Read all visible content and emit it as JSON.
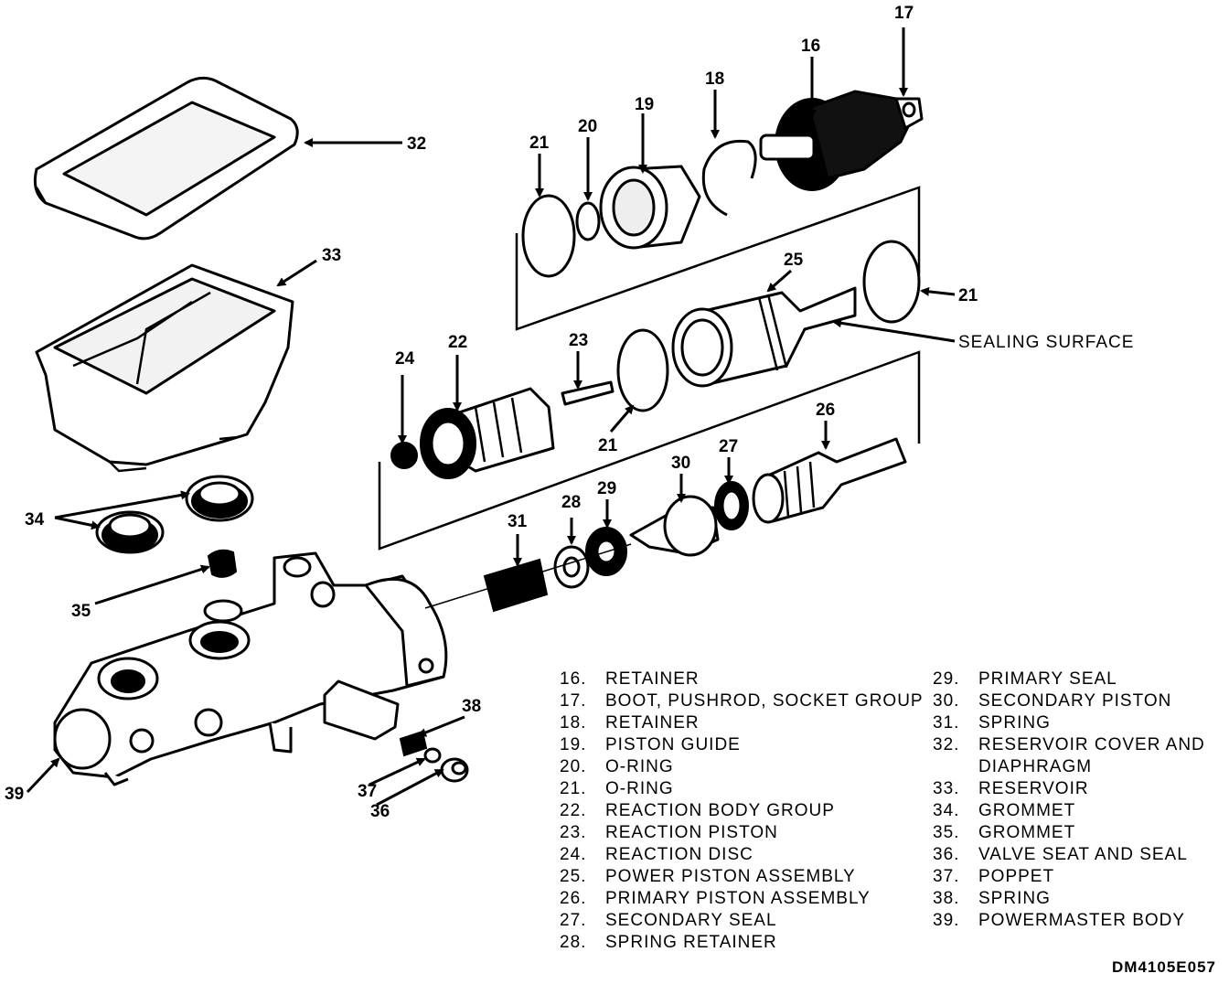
{
  "callouts": {
    "c16": "16",
    "c17": "17",
    "c18": "18",
    "c19": "19",
    "c20": "20",
    "c21a": "21",
    "c21b": "21",
    "c21c": "21",
    "c22": "22",
    "c23": "23",
    "c24": "24",
    "c25": "25",
    "c26": "26",
    "c27": "27",
    "c28": "28",
    "c29": "29",
    "c30": "30",
    "c31": "31",
    "c32": "32",
    "c33": "33",
    "c34": "34",
    "c35": "35",
    "c36": "36",
    "c37": "37",
    "c38": "38",
    "c39": "39",
    "sealing": "SEALING SURFACE"
  },
  "legend_left": [
    {
      "num": "16.",
      "text": "RETAINER"
    },
    {
      "num": "17.",
      "text": "BOOT, PUSHROD, SOCKET GROUP"
    },
    {
      "num": "18.",
      "text": "RETAINER"
    },
    {
      "num": "19.",
      "text": "PISTON GUIDE"
    },
    {
      "num": "20.",
      "text": "O-RING"
    },
    {
      "num": "21.",
      "text": "O-RING"
    },
    {
      "num": "22.",
      "text": "REACTION BODY GROUP"
    },
    {
      "num": "23.",
      "text": "REACTION PISTON"
    },
    {
      "num": "24.",
      "text": "REACTION DISC"
    },
    {
      "num": "25.",
      "text": "POWER PISTON ASSEMBLY"
    },
    {
      "num": "26.",
      "text": "PRIMARY PISTON ASSEMBLY"
    },
    {
      "num": "27.",
      "text": "SECONDARY SEAL"
    },
    {
      "num": "28.",
      "text": "SPRING RETAINER"
    }
  ],
  "legend_right": [
    {
      "num": "29.",
      "text": "PRIMARY SEAL"
    },
    {
      "num": "30.",
      "text": "SECONDARY PISTON"
    },
    {
      "num": "31.",
      "text": "SPRING"
    },
    {
      "num": "32.",
      "text": "RESERVOIR COVER AND"
    },
    {
      "num": "",
      "text": "DIAPHRAGM"
    },
    {
      "num": "33.",
      "text": "RESERVOIR"
    },
    {
      "num": "34.",
      "text": "GROMMET"
    },
    {
      "num": "35.",
      "text": "GROMMET"
    },
    {
      "num": "36.",
      "text": "VALVE SEAT AND SEAL"
    },
    {
      "num": "37.",
      "text": "POPPET"
    },
    {
      "num": "38.",
      "text": "SPRING"
    },
    {
      "num": "39.",
      "text": "POWERMASTER BODY"
    }
  ],
  "figure_id": "DM4105E057"
}
